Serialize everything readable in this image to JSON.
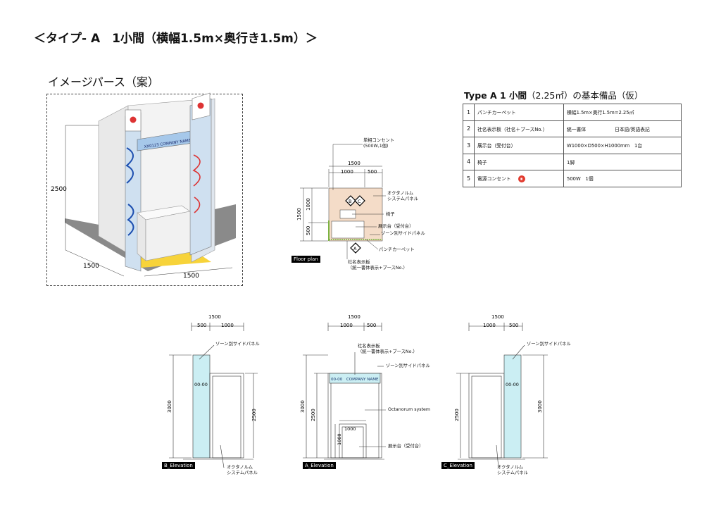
{
  "page_title": "＜タイプ- A　1小間（横幅1.5m×奥行き1.5m）＞",
  "perspective": {
    "title": "イメージパース（案）",
    "dim_height": "2500",
    "dim_width_left": "1500",
    "dim_width_right": "1500",
    "fascia_text": "XX0123 COMPANY NAME CO., LTD."
  },
  "spec": {
    "title_bold": "Type A 1 小間",
    "title_rest": "（2.25㎡）の基本備品（仮）",
    "rows": [
      {
        "no": "1",
        "item": "パンチカーペット",
        "value": "横幅1.5m×奥行1.5m=2.25㎡"
      },
      {
        "no": "2",
        "item": "社名表示板（社名＋ブースNo.）",
        "value": "統一書体　　　　　　日本語/英語表記"
      },
      {
        "no": "3",
        "item": "展示台（受付台）",
        "value": "W1000×D500×H1000mm　1台"
      },
      {
        "no": "4",
        "item": "椅子",
        "value": "1脚"
      },
      {
        "no": "5",
        "item": "電源コンセント",
        "value": "500W　1個"
      }
    ]
  },
  "floor_plan": {
    "tag": "Floor plan",
    "dim_total": "1500",
    "dim_a": "1000",
    "dim_b": "500",
    "dim_v_total": "1500",
    "dim_v_a": "1000",
    "dim_v_b": "500",
    "label_outlet": "単相コンセント\n(500W,1個)",
    "label_panel": "オクタノルム\nシステムパネル",
    "label_chair": "椅子",
    "label_counter": "展示台（受付台）",
    "label_zone": "ゾーン別サイドパネル",
    "label_carpet": "パンチカーペット",
    "label_sign": "社名表示板\n（統一書体表示+ブースNo.）",
    "marker_a": "A",
    "marker_b": "B",
    "marker_c": "C"
  },
  "b_elevation": {
    "tag": "B_Elevation",
    "dim_total": "1500",
    "dim_a": "500",
    "dim_b": "1000",
    "dim_height": "3000",
    "dim_inner": "2500",
    "booth_no": "00-00",
    "label_zone": "ゾーン別サイドパネル",
    "label_panel": "オクタノルム\nシステムパネル"
  },
  "a_elevation": {
    "tag": "A_Elevation",
    "dim_total": "1500",
    "dim_a": "1000",
    "dim_b": "500",
    "dim_height": "3000",
    "dim_inner": "2500",
    "dim_counter_w": "1000",
    "dim_counter_h": "1000",
    "fascia": "00-00　COMPANY NAME",
    "label_sign": "社名表示板\n（統一書体表示+ブースNo.）",
    "label_zone": "ゾーン別サイドパネル",
    "label_system": "Octanorum system",
    "label_counter": "展示台（受付台）"
  },
  "c_elevation": {
    "tag": "C_Elevation",
    "dim_total": "1500",
    "dim_a": "1000",
    "dim_b": "500",
    "dim_height": "3000",
    "dim_inner": "2500",
    "booth_no": "00-00",
    "label_zone": "ゾーン別サイドパネル",
    "label_panel": "オクタノルム\nシステムパネル"
  }
}
